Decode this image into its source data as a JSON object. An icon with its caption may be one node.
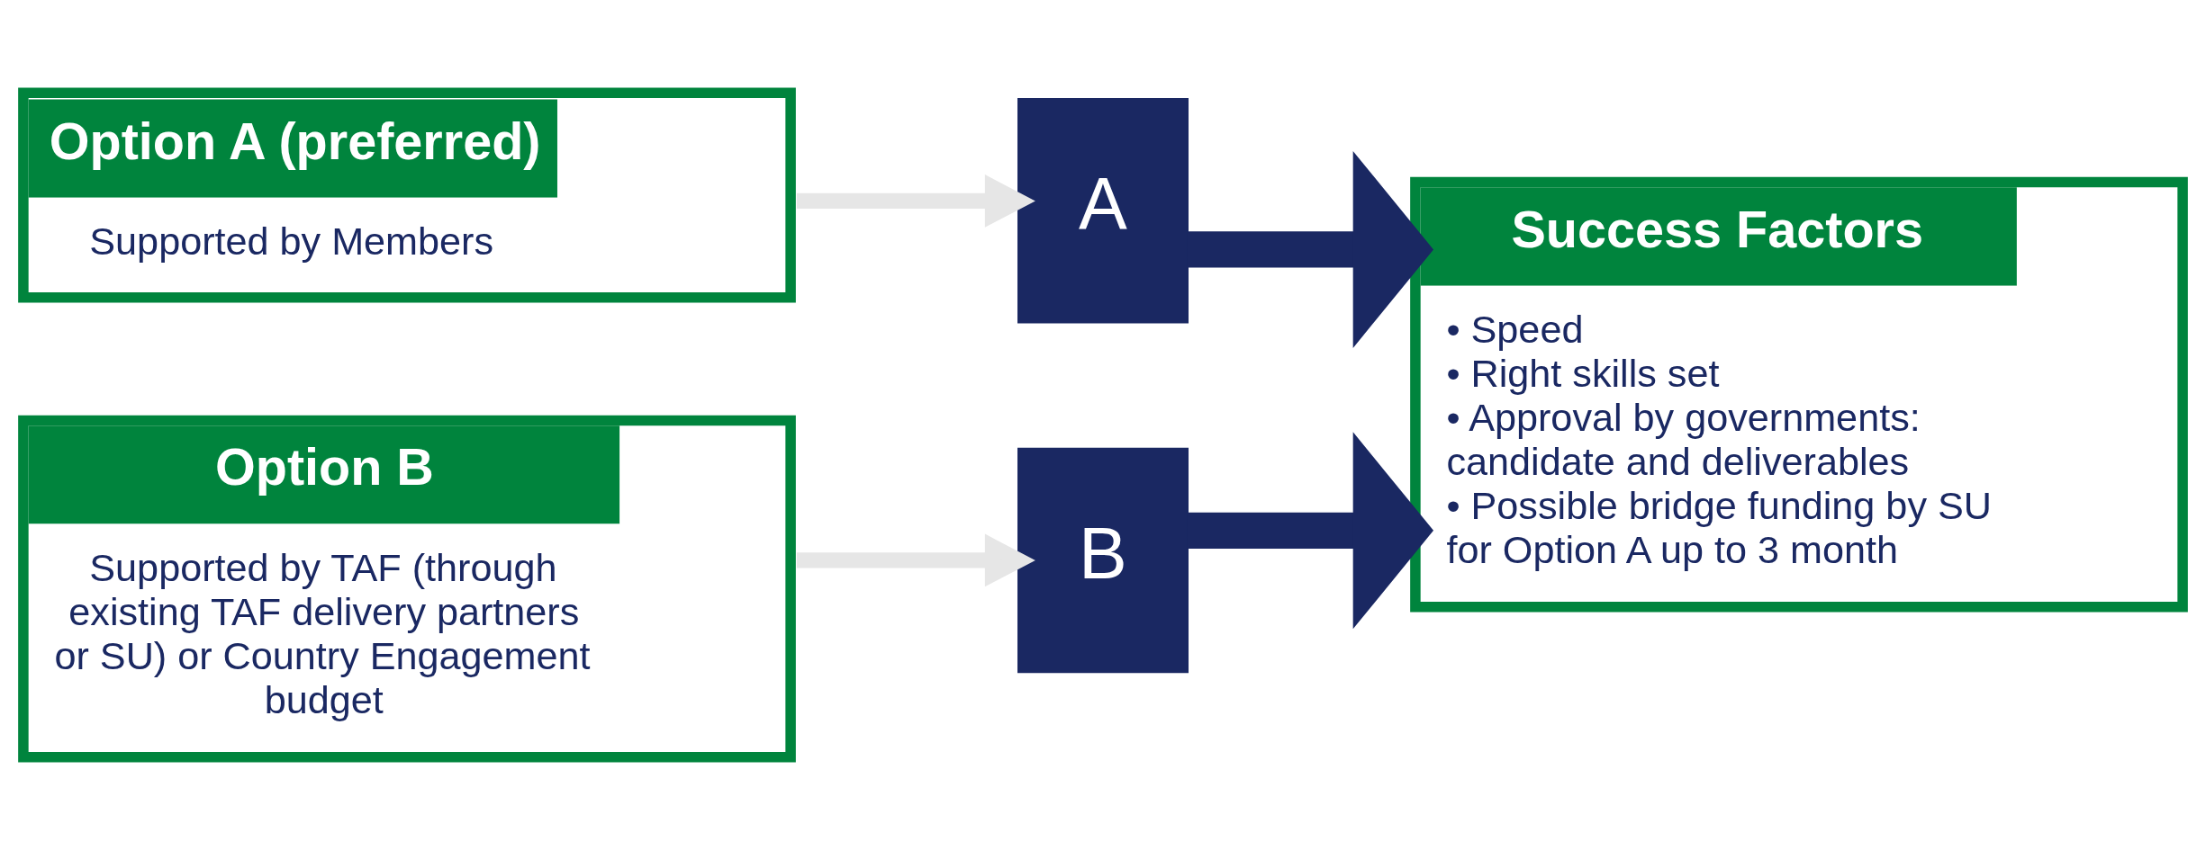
{
  "diagram": {
    "nodes": [
      {
        "text": [
          "Option A (preferred)",
          "Supported by Members"
        ]
      },
      {
        "text": [
          "A"
        ]
      },
      {
        "text": [
          "Option B",
          "Supported by TAF (through existing TAF delivery partners or SU) or Country Engagement budget"
        ]
      },
      {
        "text": [
          "B"
        ]
      },
      {
        "text": [
          "Success Factors",
          "• Speed",
          "• Right skills set",
          "• Approval by governments: candidate and deliverables",
          "• Possible bridge funding by SU for Option A up to 3 month"
        ]
      }
    ],
    "edges": [
      {
        "from": 0,
        "to": 1,
        "arrow": "to",
        "color": "#e6e6e6"
      },
      {
        "from": 2,
        "to": 3,
        "arrow": "to",
        "color": "#e6e6e6"
      },
      {
        "from": 1,
        "to": 4,
        "arrow": "to",
        "style": "thick",
        "color": "#1a2862"
      },
      {
        "from": 3,
        "to": 4,
        "arrow": "to",
        "style": "thick",
        "color": "#1a2862"
      }
    ]
  }
}
